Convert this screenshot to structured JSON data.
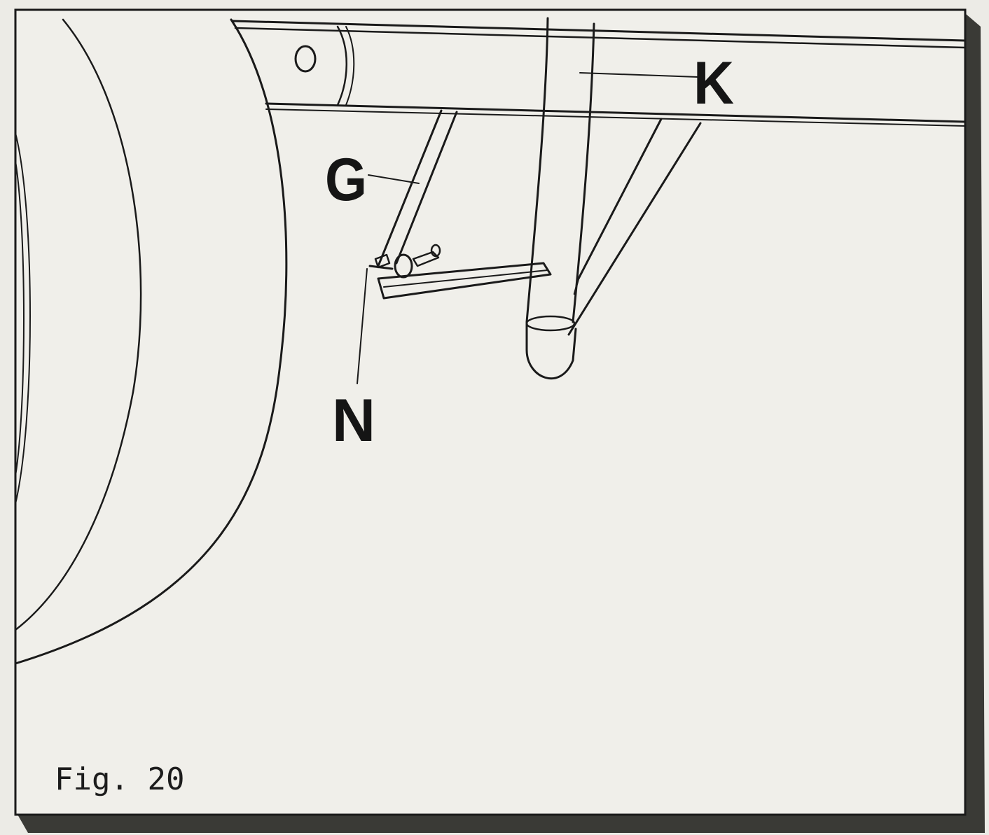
{
  "figure": {
    "caption": "Fig. 20",
    "labels": {
      "K": "K",
      "G": "G",
      "N": "N"
    }
  },
  "colors": {
    "paper": "#f0efea",
    "ink": "#1a1a1a",
    "shadow": "#3a3a36"
  }
}
